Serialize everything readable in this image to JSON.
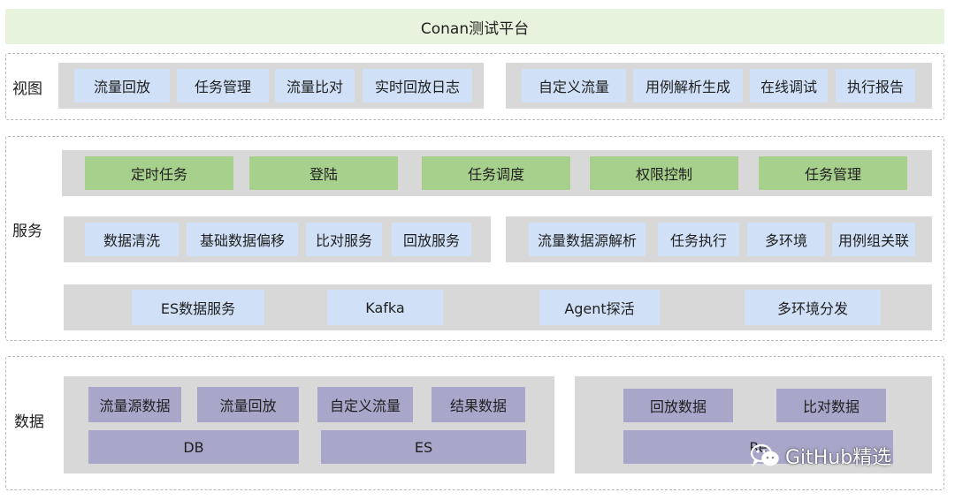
{
  "title": "Conan测试平台",
  "layers": {
    "view": {
      "label": "视图",
      "left_group": [
        "流量回放",
        "任务管理",
        "流量比对",
        "实时回放日志"
      ],
      "right_group": [
        "自定义流量",
        "用例解析生成",
        "在线调试",
        "执行报告"
      ]
    },
    "service": {
      "label": "服务",
      "row1": [
        "定时任务",
        "登陆",
        "任务调度",
        "权限控制",
        "任务管理"
      ],
      "row2_left": [
        "数据清洗",
        "基础数据偏移",
        "比对服务",
        "回放服务"
      ],
      "row2_right": [
        "流量数据源解析",
        "任务执行",
        "多环境",
        "用例组关联"
      ],
      "row3": [
        "ES数据服务",
        "Kafka",
        "Agent探活",
        "多环境分发"
      ]
    },
    "data": {
      "label": "数据",
      "left_top": [
        "流量源数据",
        "流量回放",
        "自定义流量",
        "结果数据"
      ],
      "left_bottom": [
        "DB",
        "ES"
      ],
      "right_top": [
        "回放数据",
        "比对数据"
      ],
      "right_bottom": [
        "Re"
      ]
    }
  },
  "watermark": {
    "icon": "wechat-icon",
    "text": "GitHub精选"
  },
  "colors": {
    "title_bg": "#e7f3dc",
    "panel_bg": "#d8d8d8",
    "blue_box": "#cfe0f7",
    "green_box": "#a8d08d",
    "purple_box": "#a8a6c9",
    "dashed_border": "#b7b7b7"
  }
}
